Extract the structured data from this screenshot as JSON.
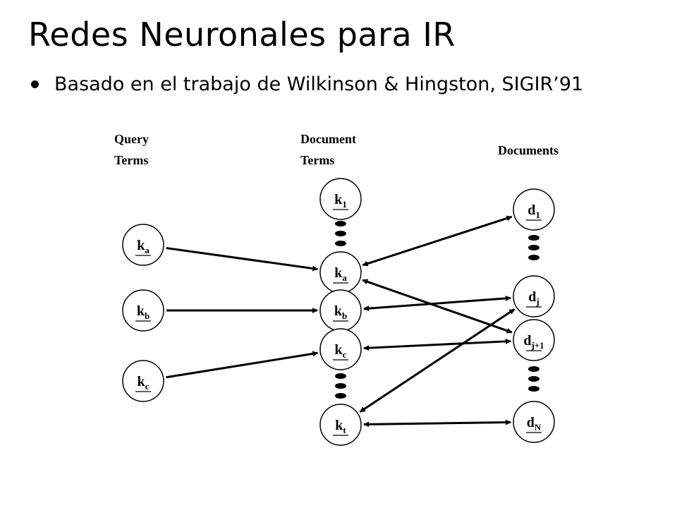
{
  "slide": {
    "title": "Redes Neuronales para IR",
    "bullet": "Basado en el trabajo de Wilkinson & Hingston, SIGIR’91"
  },
  "diagram": {
    "columns": [
      {
        "id": "query",
        "lines": [
          "Query",
          "Terms"
        ]
      },
      {
        "id": "docterms",
        "lines": [
          "Document",
          "Terms"
        ]
      },
      {
        "id": "docs",
        "lines": [
          "Documents"
        ]
      }
    ],
    "query_nodes": [
      {
        "id": "qa",
        "base": "k",
        "sub": "a"
      },
      {
        "id": "qb",
        "base": "k",
        "sub": "b"
      },
      {
        "id": "qc",
        "base": "k",
        "sub": "c"
      }
    ],
    "term_nodes": [
      {
        "id": "t1",
        "base": "k",
        "sub": "1"
      },
      {
        "id": "ta",
        "base": "k",
        "sub": "a"
      },
      {
        "id": "tb",
        "base": "k",
        "sub": "b"
      },
      {
        "id": "tc",
        "base": "k",
        "sub": "c"
      },
      {
        "id": "tt",
        "base": "k",
        "sub": "t"
      }
    ],
    "doc_nodes": [
      {
        "id": "d1",
        "base": "d",
        "sub": "1"
      },
      {
        "id": "dj",
        "base": "d",
        "sub": "j"
      },
      {
        "id": "dj1",
        "base": "d",
        "sub": "j+1"
      },
      {
        "id": "dN",
        "base": "d",
        "sub": "N"
      }
    ],
    "edges": [
      {
        "from": "qa",
        "to": "ta",
        "direction": "forward"
      },
      {
        "from": "qb",
        "to": "tb",
        "direction": "forward"
      },
      {
        "from": "qc",
        "to": "tc",
        "direction": "forward"
      },
      {
        "from": "ta",
        "to": "d1",
        "direction": "both"
      },
      {
        "from": "ta",
        "to": "dj1",
        "direction": "both"
      },
      {
        "from": "tb",
        "to": "dj",
        "direction": "both"
      },
      {
        "from": "tc",
        "to": "dj1",
        "direction": "both"
      },
      {
        "from": "tt",
        "to": "dj",
        "direction": "both"
      },
      {
        "from": "tt",
        "to": "dN",
        "direction": "both"
      }
    ]
  }
}
